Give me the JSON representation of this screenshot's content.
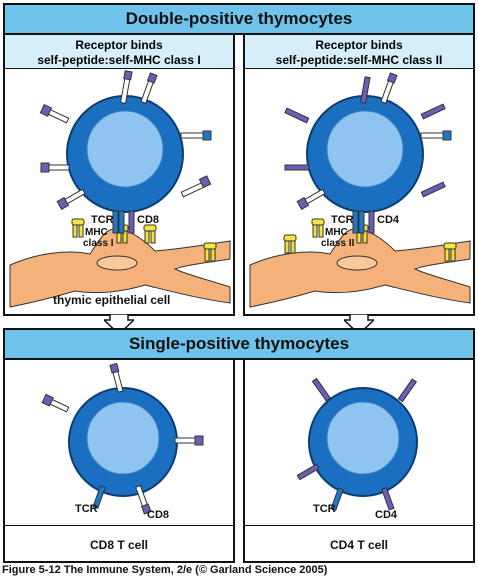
{
  "top_banner": "Double-positive thymocytes",
  "left_panel": {
    "heading_line1": "Receptor binds",
    "heading_line2": "self-peptide:self-MHC class I",
    "tcr": "TCR",
    "coreceptor": "CD8",
    "mhc_line1": "MHC",
    "mhc_line2": "class I",
    "cell_label": "thymic epithelial cell"
  },
  "right_panel": {
    "heading_line1": "Receptor binds",
    "heading_line2": "self-peptide:self-MHC class II",
    "tcr": "TCR",
    "coreceptor": "CD4",
    "mhc_line1": "MHC",
    "mhc_line2": "class II"
  },
  "middle_banner": "Single-positive thymocytes",
  "bottom_left": {
    "tcr": "TCR",
    "coreceptor": "CD8",
    "label": "CD8 T cell"
  },
  "bottom_right": {
    "tcr": "TCR",
    "coreceptor": "CD4",
    "label": "CD4 T cell"
  },
  "footer": "Figure 5-12  The Immune System, 2/e (© Garland Science 2005)",
  "colors": {
    "banner": "#6fc3ea",
    "subheading": "#d6eef9",
    "cell_body": "#1a6fc0",
    "cell_nucleus": "#8fc4f0",
    "epithelial": "#f4b27a",
    "mhc": "#f2e53a",
    "receptor_blue": "#1e78c8",
    "receptor_purple": "#6a5fb5"
  }
}
